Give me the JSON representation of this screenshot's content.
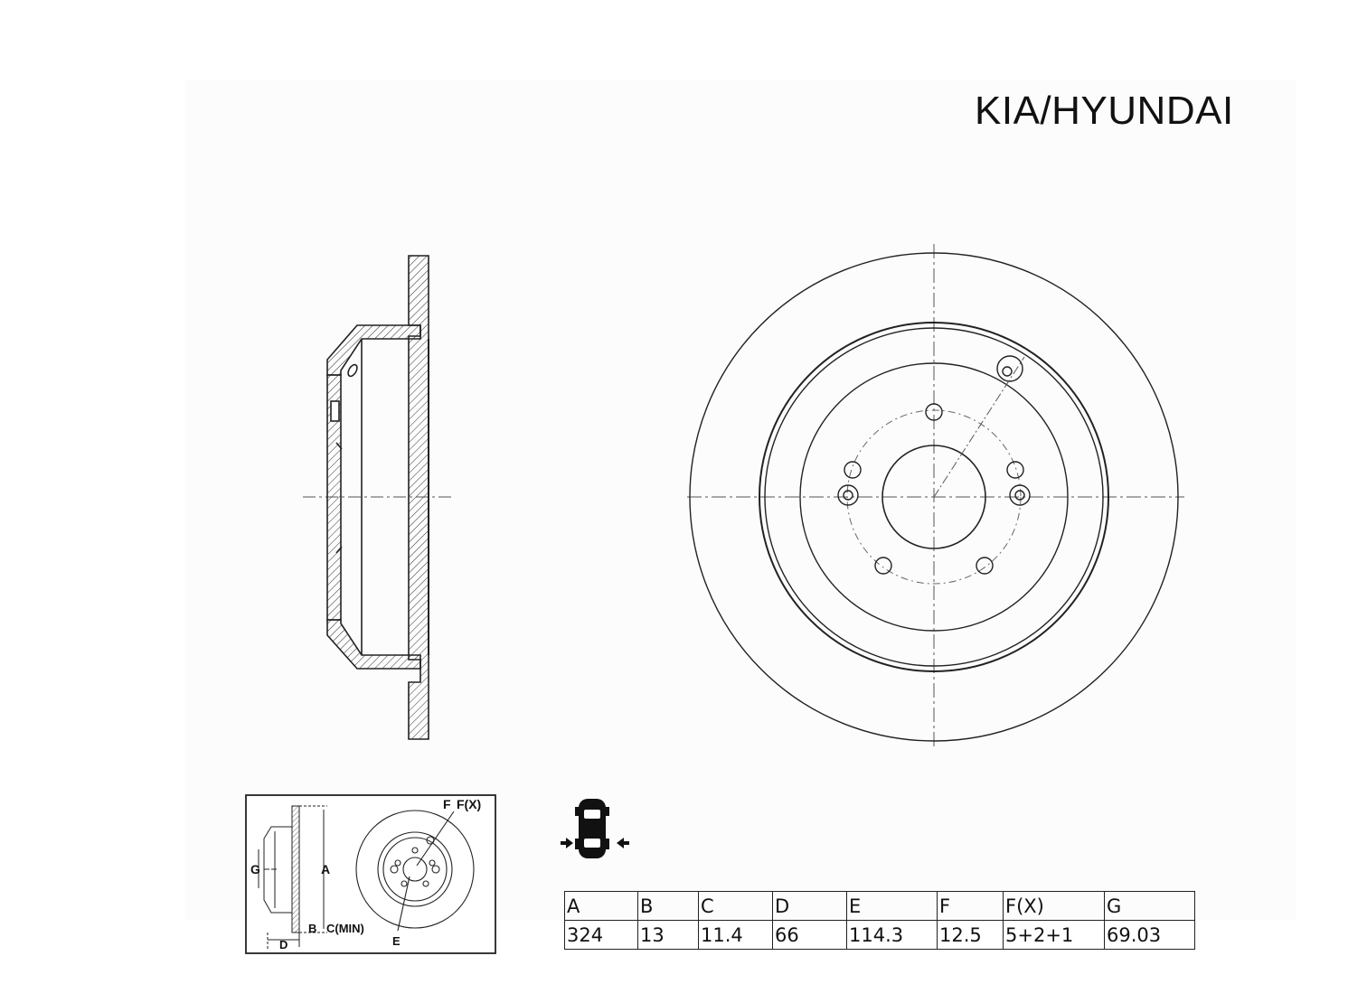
{
  "brand": "KIA/HYUNDAI",
  "position_icon": "rear-axle-car-icon",
  "key_diagram": {
    "labels": {
      "f": "F",
      "fx": "F(X)",
      "g": "G",
      "a": "A",
      "b": "B",
      "c_min": "C(MIN)",
      "d": "D",
      "e": "E"
    }
  },
  "spec_table": {
    "headers": [
      "A",
      "B",
      "C",
      "D",
      "E",
      "F",
      "F(X)",
      "G"
    ],
    "values": [
      "324",
      "13",
      "11.4",
      "66",
      "114.3",
      "12.5",
      "5+2+1",
      "69.03"
    ]
  }
}
